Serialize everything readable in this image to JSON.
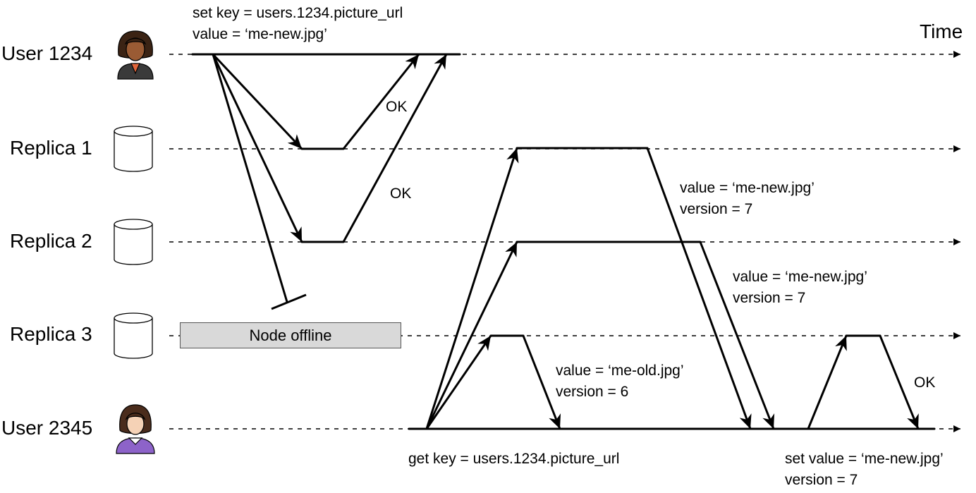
{
  "rows": {
    "user1234": "User 1234",
    "replica1": "Replica 1",
    "replica2": "Replica 2",
    "replica3": "Replica 3",
    "user2345": "User 2345"
  },
  "time_label": "Time",
  "write_request": {
    "line1": "set key = users.1234.picture_url",
    "line2": "value = ‘me-new.jpg’"
  },
  "ack_1": "OK",
  "ack_2": "OK",
  "ack_3": "OK",
  "node_offline": "Node offline",
  "read_request": "get key = users.1234.picture_url",
  "reply_replica1": {
    "line1": "value = ‘me-new.jpg’",
    "line2": "version = 7"
  },
  "reply_replica2": {
    "line1": "value = ‘me-new.jpg’",
    "line2": "version = 7"
  },
  "reply_replica3": {
    "line1": "value = ‘me-old.jpg’",
    "line2": "version = 6"
  },
  "read_repair": {
    "line1": "set value = ‘me-new.jpg’",
    "line2": "version = 7"
  }
}
